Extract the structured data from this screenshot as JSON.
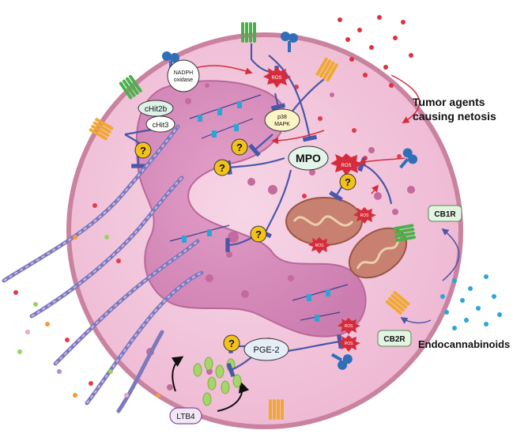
{
  "labels": {
    "nadph": [
      "NADPH",
      "oxidase"
    ],
    "chit2b": "cHit2b",
    "chit3": "cHit3",
    "ros": "ROS",
    "p38": [
      "p38",
      "MAPK"
    ],
    "mpo": "MPO",
    "pge2": "PGE-2",
    "ltb4": "LTB4",
    "cb1r": "CB1R",
    "cb2r": "CB2R",
    "tumor": [
      "Tumor agents",
      "causing netosis"
    ],
    "endocannabinoids": "Endocannabinoids",
    "unknown": "?"
  },
  "colors": {
    "cell_fill": "#f2c5dc",
    "cell_border": "#c9829f",
    "nucleus": "#d68bb8",
    "pathway": "#4a57a8",
    "ros": "#d62b3a",
    "question": "#f2c21b",
    "mito": "#b86a5c",
    "dna": "#8f88c8",
    "ltb4": "#a8d56a",
    "cb_ligand": "#29a3d9"
  }
}
